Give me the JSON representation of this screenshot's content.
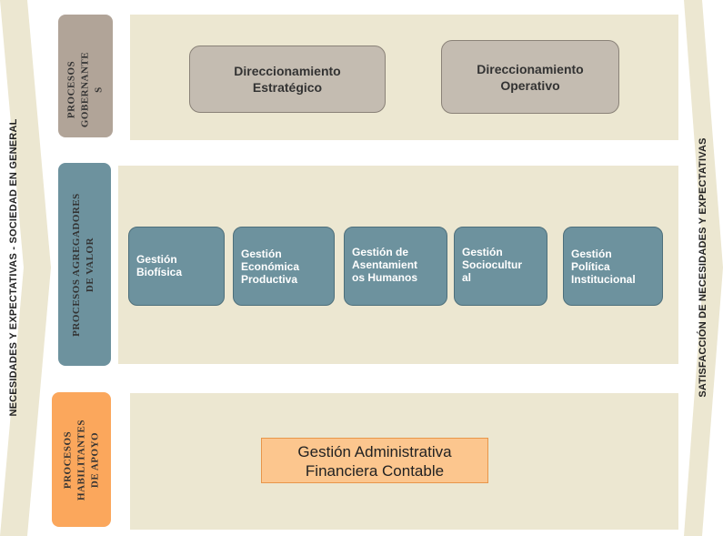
{
  "left_side": {
    "label": "NECESIDADES Y EXPECTATIVAS  - SOCIEDAD EN GENERAL"
  },
  "right_side": {
    "label": "SATISFACCIÓN  DE NECESIDADES Y EXPECTATIVAS"
  },
  "rows": {
    "governance": {
      "category": [
        "PROCESOS",
        "GOBERNANTE",
        "S"
      ],
      "boxes": [
        {
          "line1": "Direccionamiento",
          "line2": "Estratégico"
        },
        {
          "line1": "Direccionamiento",
          "line2": "Operativo"
        }
      ]
    },
    "value": {
      "category": [
        "PROCESOS AGREGADORES",
        "DE VALOR"
      ],
      "boxes": [
        {
          "lines": [
            "Gestión",
            "Biofísica"
          ]
        },
        {
          "lines": [
            "Gestión",
            "Económica",
            "Productiva"
          ]
        },
        {
          "lines": [
            "Gestión de",
            "Asentamient",
            "os Humanos"
          ]
        },
        {
          "lines": [
            "Gestión",
            "Sociocultur",
            "al"
          ]
        },
        {
          "lines": [
            "Gestión",
            "Política",
            "Institucional"
          ]
        }
      ]
    },
    "support": {
      "category": [
        "PROCESOS",
        "HABILITANTES",
        "DE APOYO"
      ],
      "box": {
        "line1": "Gestión Administrativa",
        "line2": "Financiera  Contable"
      }
    }
  },
  "colors": {
    "band": "#ece7d1",
    "governance_category": "#b1a498",
    "value_category": "#6d929e",
    "support_category": "#fba75c",
    "side_arrow": "#ece7d1"
  }
}
